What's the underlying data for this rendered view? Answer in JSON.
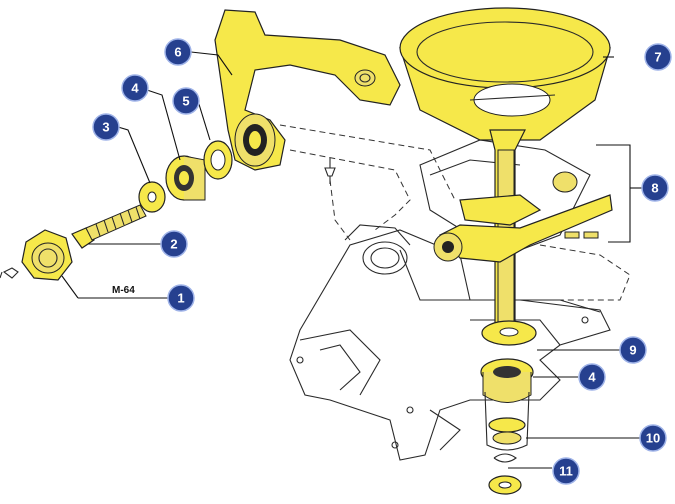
{
  "part_code": "M-64",
  "callouts": [
    {
      "id": "1",
      "label": "1"
    },
    {
      "id": "2",
      "label": "2"
    },
    {
      "id": "3",
      "label": "3"
    },
    {
      "id": "4a",
      "label": "4"
    },
    {
      "id": "5",
      "label": "5"
    },
    {
      "id": "6",
      "label": "6"
    },
    {
      "id": "7",
      "label": "7"
    },
    {
      "id": "8",
      "label": "8"
    },
    {
      "id": "9",
      "label": "9"
    },
    {
      "id": "4b",
      "label": "4"
    },
    {
      "id": "10",
      "label": "10"
    },
    {
      "id": "11",
      "label": "11"
    }
  ],
  "colors": {
    "highlight": "#f6e84a",
    "callout_fill": "#26408f",
    "line": "#222222"
  }
}
